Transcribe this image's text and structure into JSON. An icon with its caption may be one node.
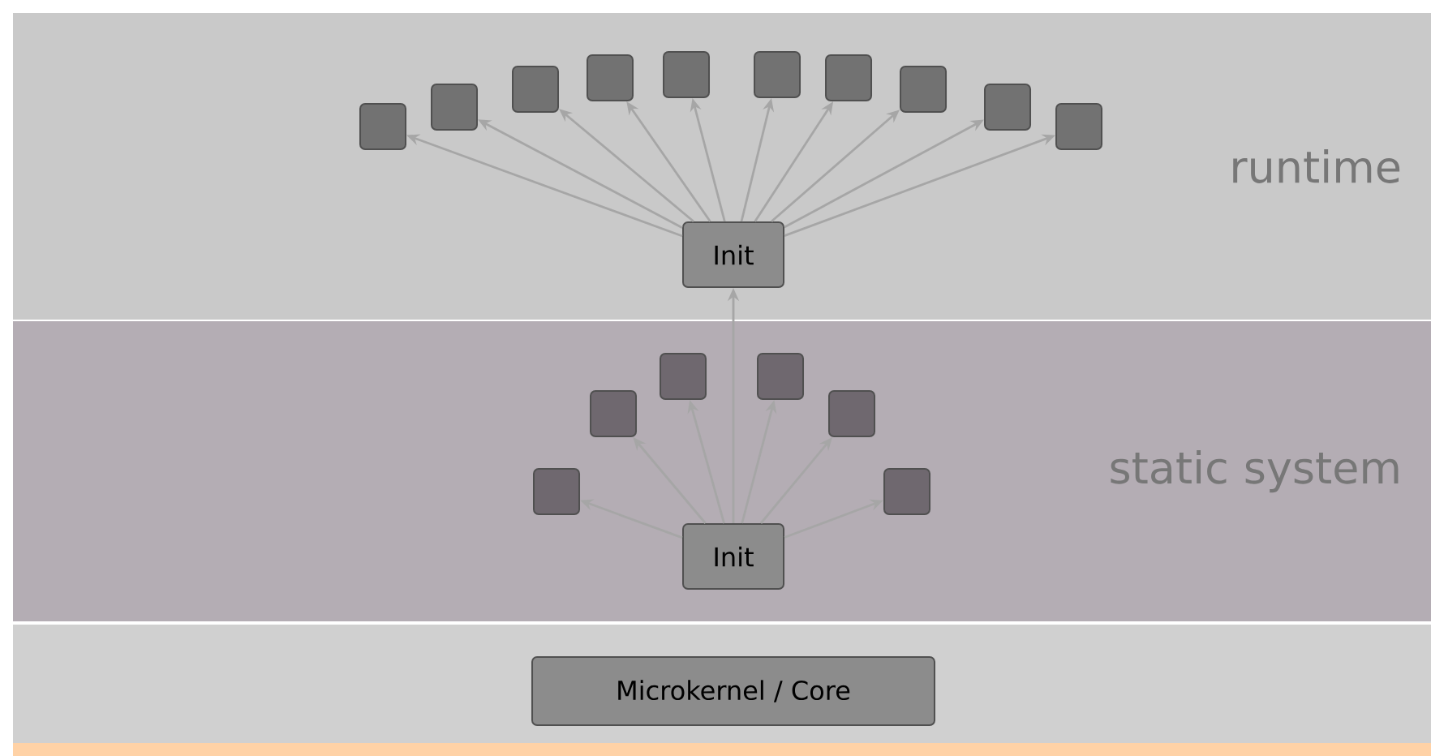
{
  "diagram": {
    "nodes": [
      {
        "text": [
          "runtime"
        ]
      },
      {
        "text": [
          "Init"
        ],
        "in": 0
      },
      {
        "text": [],
        "shape": "box",
        "in": 0
      },
      {
        "text": [],
        "shape": "box",
        "in": 0
      },
      {
        "text": [],
        "shape": "box",
        "in": 0
      },
      {
        "text": [],
        "shape": "box",
        "in": 0
      },
      {
        "text": [],
        "shape": "box",
        "in": 0
      },
      {
        "text": [],
        "shape": "box",
        "in": 0
      },
      {
        "text": [],
        "shape": "box",
        "in": 0
      },
      {
        "text": [],
        "shape": "box",
        "in": 0
      },
      {
        "text": [],
        "shape": "box",
        "in": 0
      },
      {
        "text": [],
        "shape": "box",
        "in": 0
      },
      {
        "text": [
          "static system"
        ]
      },
      {
        "text": [
          "Init"
        ],
        "in": 12
      },
      {
        "text": [],
        "shape": "box",
        "in": 12
      },
      {
        "text": [],
        "shape": "box",
        "in": 12
      },
      {
        "text": [],
        "shape": "box",
        "in": 12
      },
      {
        "text": [],
        "shape": "box",
        "in": 12
      },
      {
        "text": [],
        "shape": "box",
        "in": 12
      },
      {
        "text": [],
        "shape": "box",
        "in": 12
      },
      {
        "text": [
          "Microkernel / Core"
        ]
      }
    ],
    "edges": [
      {
        "from": 1,
        "to": 2,
        "arrow": "to"
      },
      {
        "from": 1,
        "to": 3,
        "arrow": "to"
      },
      {
        "from": 1,
        "to": 4,
        "arrow": "to"
      },
      {
        "from": 1,
        "to": 5,
        "arrow": "to"
      },
      {
        "from": 1,
        "to": 6,
        "arrow": "to"
      },
      {
        "from": 1,
        "to": 7,
        "arrow": "to"
      },
      {
        "from": 1,
        "to": 8,
        "arrow": "to"
      },
      {
        "from": 1,
        "to": 9,
        "arrow": "to"
      },
      {
        "from": 1,
        "to": 10,
        "arrow": "to"
      },
      {
        "from": 1,
        "to": 11,
        "arrow": "to"
      },
      {
        "from": 13,
        "to": 1,
        "arrow": "to"
      },
      {
        "from": 13,
        "to": 14,
        "arrow": "to"
      },
      {
        "from": 13,
        "to": 15,
        "arrow": "to"
      },
      {
        "from": 13,
        "to": 16,
        "arrow": "to"
      },
      {
        "from": 13,
        "to": 17,
        "arrow": "to"
      },
      {
        "from": 13,
        "to": 18,
        "arrow": "to"
      },
      {
        "from": 13,
        "to": 19,
        "arrow": "to"
      }
    ]
  }
}
